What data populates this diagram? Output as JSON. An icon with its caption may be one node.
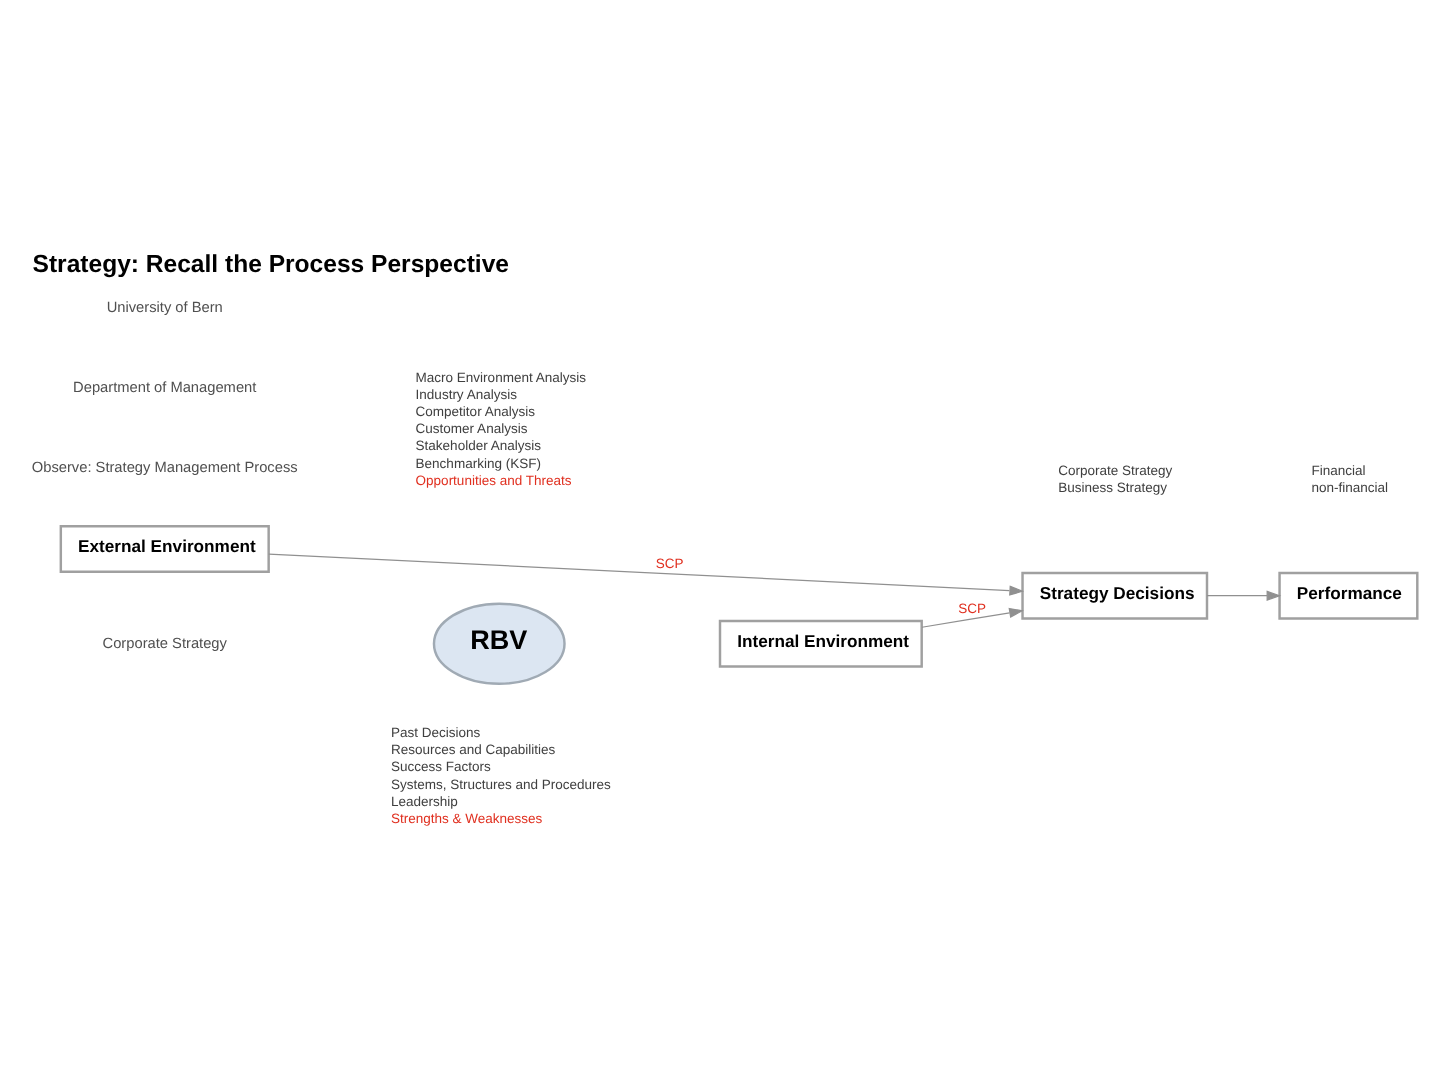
{
  "diagram": {
    "title": "Strategy: Recall the Process Perspective",
    "nodes": [
      {
        "text": [
          "External Environment"
        ],
        "beside": [
          "Macro Environment Analysis",
          "Industry Analysis",
          "Competitor Analysis",
          "Customer Analysis",
          "Stakeholder Analysis",
          "Benchmarking (KSF)",
          "Opportunities and Threats"
        ]
      },
      {
        "text": [
          "RBV"
        ]
      },
      {
        "text": [
          "Strategy Decisions"
        ],
        "beside": [
          "Corporate Strategy",
          "Business Strategy"
        ]
      },
      {
        "text": [
          "Performance"
        ],
        "beside": [
          "Financial",
          "non-financial"
        ]
      },
      {
        "text": [
          "Internal Environment"
        ],
        "beside": [
          "Past Decisions",
          "Resources and Capabilities",
          "Success Factors",
          "Systems, Structures and Procedures",
          "Leadership",
          "Strengths & Weaknesses"
        ]
      }
    ],
    "edges": [
      {
        "from": 0,
        "to": 2,
        "arrow": "to",
        "label": "SCP"
      },
      {
        "from": 4,
        "to": 2,
        "arrow": "to",
        "label": "SCP"
      },
      {
        "from": 2,
        "to": 3,
        "arrow": "to"
      }
    ],
    "labels": [
      "Corporate Strategy",
      "Observe: Strategy Management Process",
      "Department of Management",
      "University of Bern"
    ]
  }
}
